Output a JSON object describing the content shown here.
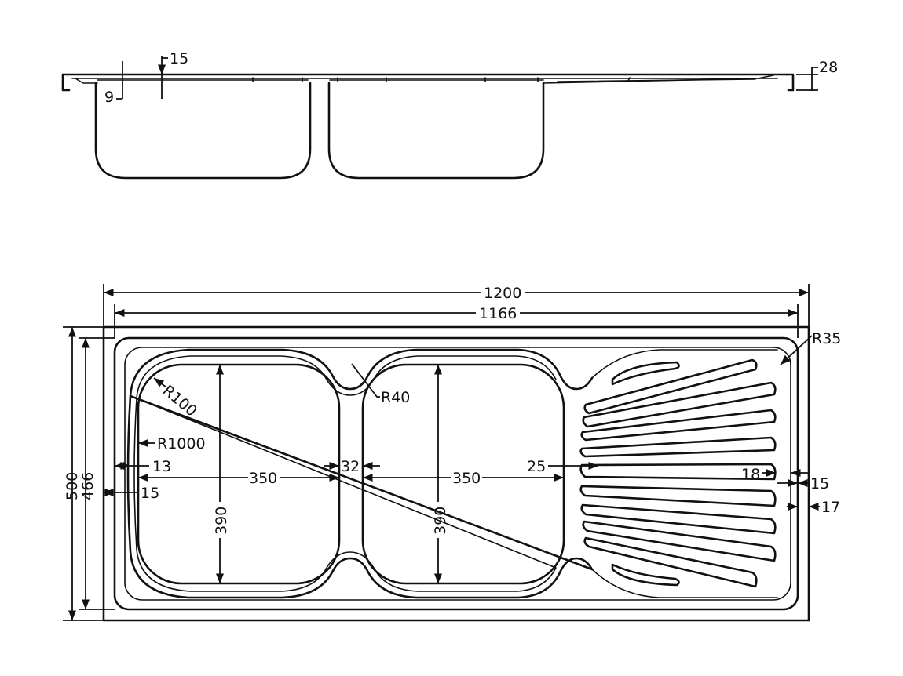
{
  "side_view": {
    "dims": {
      "rim_thickness": "15",
      "rim_offset": "9",
      "edge_height": "28"
    }
  },
  "top_view": {
    "dims": {
      "overall_length": "1200",
      "inner_length": "1166",
      "overall_width": "500",
      "inner_width": "466",
      "corner_radius": "R35",
      "bowl_corner_radius": "R100",
      "bowl_side_radius": "R1000",
      "bridge_radius": "R40",
      "left_gap_13": "13",
      "left_gap_15": "15",
      "bowl_width_left": "350",
      "bowl_gap": "32",
      "bowl_width_right": "350",
      "bowl_depth_left": "390",
      "bowl_depth_right": "390",
      "drain_gap": "25",
      "rib_gap": "18",
      "right_gap_15": "15",
      "right_gap_17": "17"
    }
  }
}
